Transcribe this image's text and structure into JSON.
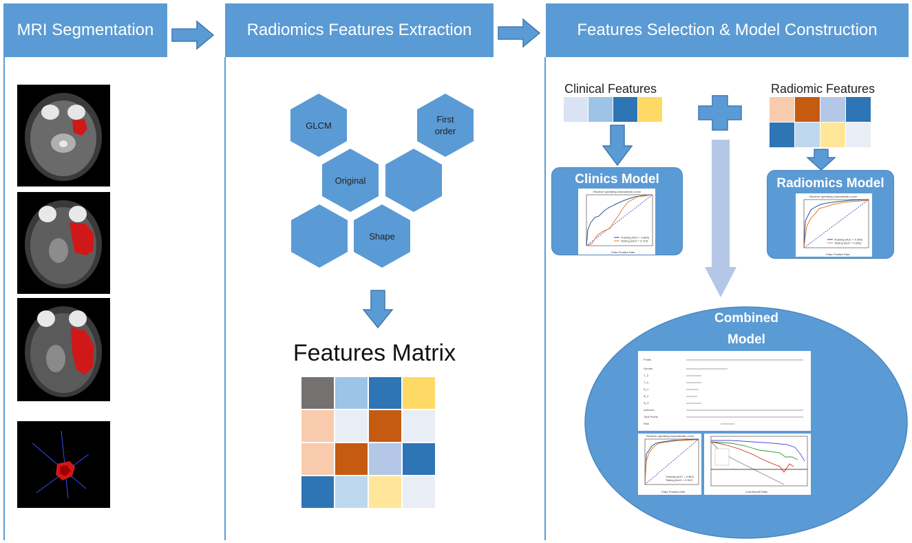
{
  "stages": [
    {
      "title": "MRI Segmentation"
    },
    {
      "title": "Radiomics Features Extraction"
    },
    {
      "title": "Features Selection & Model Construction"
    }
  ],
  "extraction": {
    "hexagons": [
      "GLCM",
      "First\norder",
      "Original",
      "",
      "",
      "Shape"
    ],
    "matrix_title": "Features Matrix",
    "matrix_colors": [
      [
        "#767171",
        "#9dc3e6",
        "#2e75b6",
        "#ffd966"
      ],
      [
        "#f8cbad",
        "#e9eef6",
        "#c55a11",
        "#e9eef6"
      ],
      [
        "#f8cbad",
        "#c55a11",
        "#b4c7e7",
        "#2e75b6"
      ],
      [
        "#2e75b6",
        "#bdd7ee",
        "#ffe699",
        "#e9eef6"
      ]
    ]
  },
  "selection": {
    "clinical_label": "Clinical Features",
    "clinical_colors": [
      "#dae3f3",
      "#9dc3e6",
      "#2e75b6",
      "#ffd966"
    ],
    "radiomic_label": "Radiomic Features",
    "radiomic_colors": [
      [
        "#f8cbad",
        "#c55a11",
        "#b4c7e7",
        "#2e75b6"
      ],
      [
        "#2e75b6",
        "#bdd7ee",
        "#ffe699",
        "#e9eef6"
      ]
    ],
    "clinics_model": "Clinics Model",
    "radiomics_model": "Radiomics Model",
    "combined_model_line1": "Combined",
    "combined_model_line2": "Model"
  },
  "colors": {
    "accent": "#5b9bd5",
    "light_arrow": "#b4c7e7",
    "mask_red": "#d01818"
  },
  "icons": [
    "arrow-right-icon",
    "arrow-down-icon",
    "plus-icon",
    "hexagon-icon"
  ]
}
